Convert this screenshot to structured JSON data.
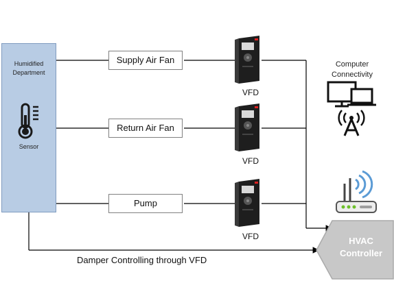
{
  "department": {
    "title": "Humidified Department",
    "sensor_label": "Sensor"
  },
  "functions": [
    {
      "label": "Supply Air Fan",
      "vfd_label": "VFD"
    },
    {
      "label": "Return Air Fan",
      "vfd_label": "VFD"
    },
    {
      "label": "Pump",
      "vfd_label": "VFD"
    }
  ],
  "computer": {
    "label": "Computer Connectivity"
  },
  "controller": {
    "label": "HVAC Controller"
  },
  "damper": {
    "label": "Damper Controlling through VFD"
  },
  "colors": {
    "department_fill": "#b8cce4",
    "controller_fill": "#c8c8c8",
    "wifi": "#5b9bd5"
  }
}
